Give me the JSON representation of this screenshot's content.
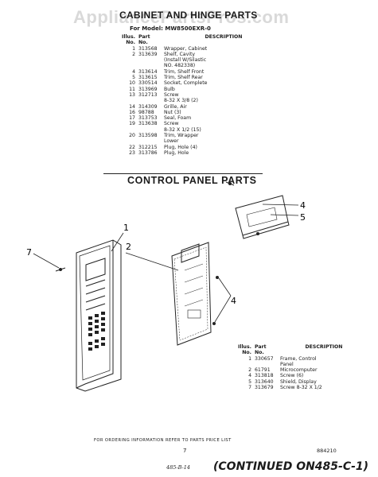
{
  "watermark": "AppliancePartsPros.com",
  "cabinet_section": {
    "title": "CABINET AND HINGE PARTS",
    "model": "For Model: MW8500EXR-0",
    "headers": {
      "illus": "Illus.\nNo.",
      "part": "Part\nNo.",
      "desc": "DESCRIPTION"
    },
    "rows": [
      {
        "illus": "1",
        "part": "313568",
        "desc": "Wrapper, Cabinet"
      },
      {
        "illus": "2",
        "part": "313639",
        "desc": "Shelf, Cavity\n(Install W/Silastic\nNO. 482338)"
      },
      {
        "illus": "4",
        "part": "313614",
        "desc": "Trim, Shelf Front"
      },
      {
        "illus": "5",
        "part": "313615",
        "desc": "Trim, Shelf Rear"
      },
      {
        "illus": "10",
        "part": "330514",
        "desc": "Socket, Complete"
      },
      {
        "illus": "11",
        "part": "313969",
        "desc": "Bulb"
      },
      {
        "illus": "13",
        "part": "312713",
        "desc": "Screw\n8-32 X 3/8 (2)"
      },
      {
        "illus": "14",
        "part": "314309",
        "desc": "Grille, Air"
      },
      {
        "illus": "16",
        "part": "98788",
        "desc": "Nut (3)"
      },
      {
        "illus": "17",
        "part": "313753",
        "desc": "Seal, Foam"
      },
      {
        "illus": "19",
        "part": "313638",
        "desc": "Screw\n8-32 X 1/2 (15)"
      },
      {
        "illus": "20",
        "part": "313598",
        "desc": "Trim, Wrapper\nLower"
      },
      {
        "illus": "22",
        "part": "312215",
        "desc": "Plug, Hole (4)"
      },
      {
        "illus": "23",
        "part": "313786",
        "desc": "Plug, Hole"
      }
    ]
  },
  "control_section": {
    "title": "CONTROL PANEL PARTS",
    "headers": {
      "illus": "Illus.\nNo.",
      "part": "Part\nNo.",
      "desc": "DESCRIPTION"
    },
    "rows": [
      {
        "illus": "1",
        "part": "330657",
        "desc": "Frame, Control\nPanel"
      },
      {
        "illus": "2",
        "part": "61791",
        "desc": "Microcomputer"
      },
      {
        "illus": "4",
        "part": "313818",
        "desc": "Screw (6)"
      },
      {
        "illus": "5",
        "part": "313640",
        "desc": "Shield, Display"
      },
      {
        "illus": "7",
        "part": "313679",
        "desc": "Screw 8-32 X 1/2"
      }
    ],
    "callouts": [
      "1",
      "2",
      "7",
      "4",
      "5",
      "4"
    ]
  },
  "footer": {
    "order_note": "FOR ORDERING INFORMATION REFER TO PARTS PRICE LIST",
    "page_number": "7",
    "code": "884210",
    "handwritten": "485-B-14",
    "continued": "(CONTINUED ON485-C-1)"
  }
}
